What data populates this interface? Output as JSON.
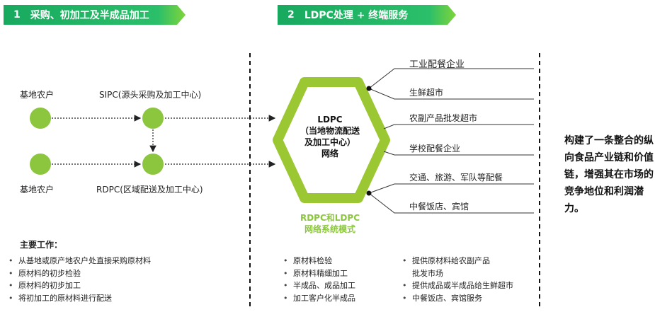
{
  "header": {
    "step1": {
      "number": "1",
      "title": "采购、初加工及半成品加工"
    },
    "step2": {
      "number": "2",
      "title": "LDPC处理 + 终端服务"
    }
  },
  "left": {
    "farmer_top": "基地农户",
    "farmer_bottom": "基地农户",
    "sipc": "SIPC(源头采购及加工中心)",
    "rdpc": "RDPC(区域配送及加工中心)",
    "main_work_title": "主要工作：",
    "main_work": [
      "从基地或原产地农户处直接采购原材料",
      "原材料的初步检验",
      "原材料的初步加工",
      "将初加工的原材料进行配送"
    ]
  },
  "center": {
    "hex_lines": [
      "LDPC",
      "（当地物流配送",
      "及加工中心）",
      "网络"
    ],
    "mode_lines": [
      "RDPC和LDPC",
      "网络系统模式"
    ]
  },
  "customers": [
    "工业配餐企业",
    "生鲜超市",
    "农副产品批发超市",
    "学校配餐企业",
    "交通、旅游、军队等配餐",
    "中餐饭店、宾馆"
  ],
  "bottom": {
    "col1": [
      "原材料检验",
      "原材料精细加工",
      "半成品、成品加工",
      "加工客户化半成品"
    ],
    "col2": [
      "提供原材料给农副产品批发市场",
      "提供成品或半成品给生鲜超市",
      "中餐饭店、宾馆服务"
    ]
  },
  "col2_first_wrap": [
    "提供原材料给农副产品",
    "批发市场"
  ],
  "summary": "构建了一条整合的纵向食品产业链和价值链，增强其在市场的竞争地位和利润潜力。",
  "colors": {
    "banner_green": "#1fb36a",
    "banner_light": "#6fcf3e",
    "node_green": "#8cc63f",
    "hex_green": "#9bc832"
  }
}
